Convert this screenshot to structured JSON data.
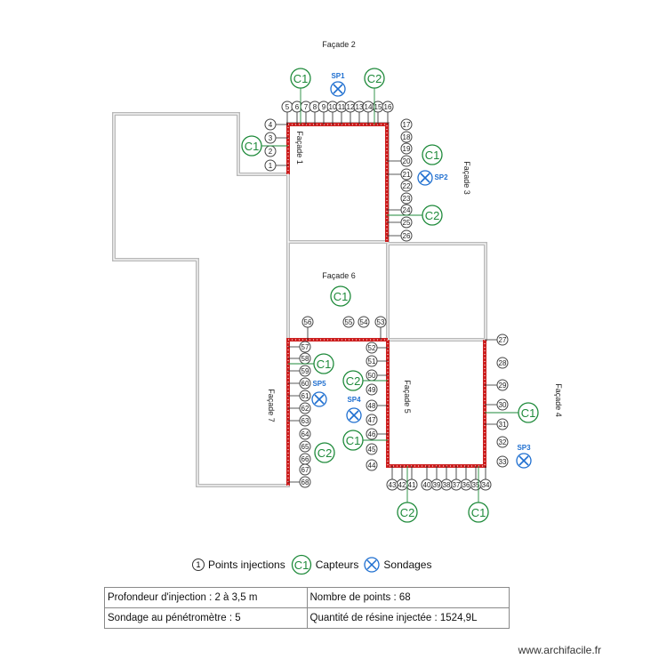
{
  "facades": {
    "f1": "Façade 1",
    "f2": "Façade 2",
    "f3": "Façade 3",
    "f4": "Façade 4",
    "f5": "Façade 5",
    "f6": "Façade 6",
    "f7": "Façade 7"
  },
  "sensor_label": "C1",
  "sensor_label_2": "C2",
  "sondages": [
    "SP1",
    "SP2",
    "SP3",
    "SP4",
    "SP5"
  ],
  "legend": {
    "points": "Points injections",
    "points_symbol": "1",
    "capteurs": "Capteurs",
    "capteurs_symbol": "C1",
    "sondages": "Sondages"
  },
  "info_table": {
    "depth": "Profondeur d'injection : 2 à 3,5 m",
    "points_count": "Nombre de points : 68",
    "penetrometer": "Sondage au pénétromètre : 5",
    "resin": "Quantité de résine injectée : 1524,9L"
  },
  "footer": "www.archifacile.fr",
  "colors": {
    "injection_line": "#cc1f1f",
    "sensor": "#1e8a3a",
    "sondage": "#1f6fd0",
    "wall": "#b8b8b8"
  },
  "point_count": 68
}
